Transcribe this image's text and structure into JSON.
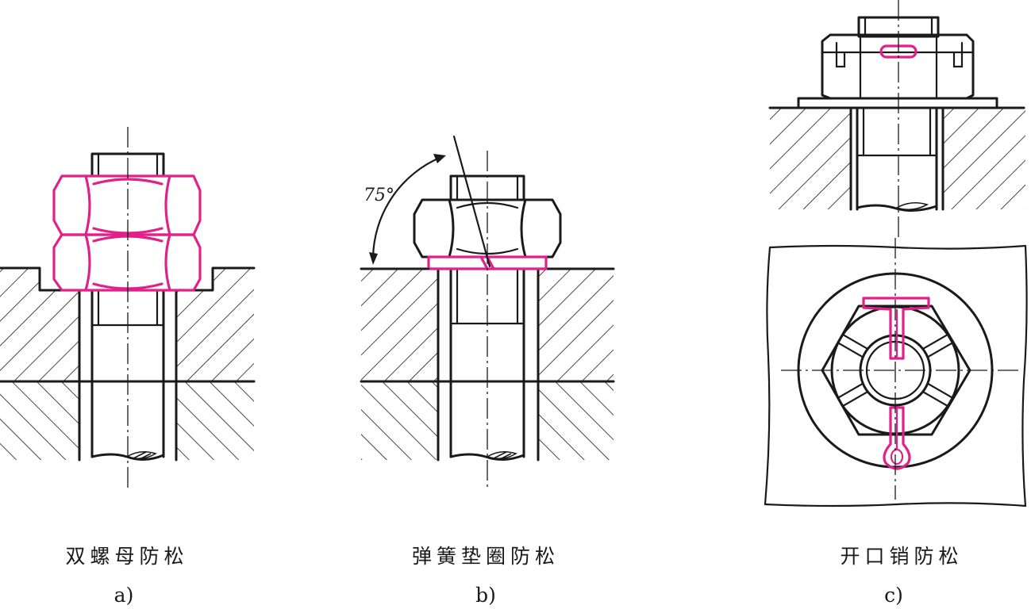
{
  "figures": [
    {
      "id": "a",
      "caption": "双螺母防松",
      "label": "a)"
    },
    {
      "id": "b",
      "caption": "弹簧垫圈防松",
      "label": "b)",
      "angle_label": "75°"
    },
    {
      "id": "c",
      "caption": "开口销防松",
      "label": "c)"
    }
  ],
  "colors": {
    "line": "#1a1a1a",
    "highlight": "#e0218a",
    "background": "#ffffff"
  }
}
